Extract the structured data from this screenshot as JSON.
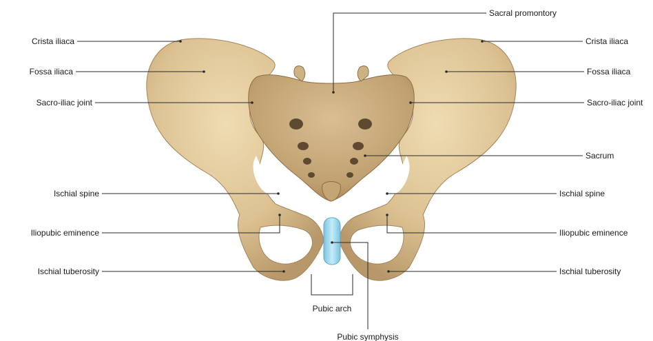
{
  "colors": {
    "bone_light": "#e4cfa3",
    "bone_mid": "#d2b684",
    "bone_dark": "#a9895b",
    "sacrum": "#c9ad7e",
    "foramen": "#5e4a30",
    "symphysis": "#9fd6ec",
    "text": "#1a1a1a"
  },
  "labels": {
    "sacral_promontory": "Sacral promontory",
    "crista_left": "Crista iliaca",
    "crista_right": "Crista iliaca",
    "fossa_left": "Fossa iliaca",
    "fossa_right": "Fossa iliaca",
    "sacroiliac_left": "Sacro-iliac joint",
    "sacroiliac_right": "Sacro-iliac joint",
    "sacrum": "Sacrum",
    "ischial_spine_left": "Ischial spine",
    "ischial_spine_right": "Ischial spine",
    "iliopubic_left": "Iliopubic eminence",
    "iliopubic_right": "Iliopubic eminence",
    "ischial_tuberosity_left": "Ischial tuberosity",
    "ischial_tuberosity_right": "Ischial tuberosity",
    "pubic_arch": "Pubic arch",
    "pubic_symphysis": "Pubic symphysis"
  }
}
